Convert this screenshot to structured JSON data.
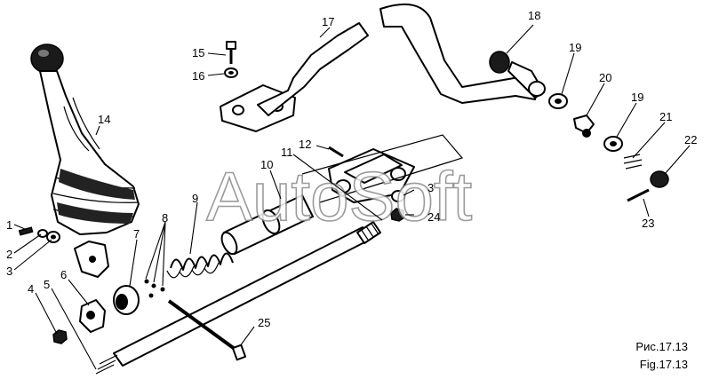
{
  "watermark": "AutoSoft",
  "figure": {
    "caption_ru": "Рис.17.13",
    "caption_en": "Fig.17.13"
  },
  "callouts": [
    "1",
    "2",
    "3",
    "4",
    "5",
    "6",
    "7",
    "8",
    "9",
    "10",
    "11",
    "12",
    "3",
    "24",
    "25",
    "14",
    "15",
    "16",
    "17",
    "18",
    "19",
    "20",
    "19",
    "21",
    "22",
    "23"
  ]
}
